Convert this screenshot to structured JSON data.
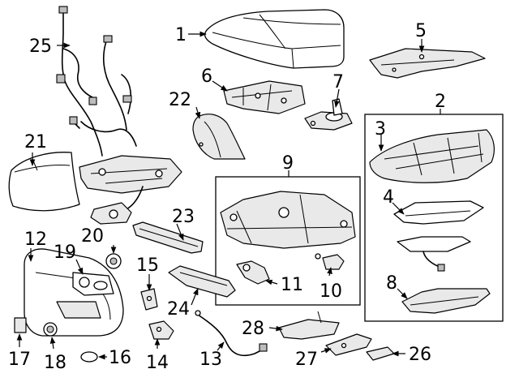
{
  "diagram": {
    "callouts": [
      {
        "id": "c1",
        "label": "1"
      },
      {
        "id": "c2",
        "label": "2"
      },
      {
        "id": "c3",
        "label": "3"
      },
      {
        "id": "c4",
        "label": "4"
      },
      {
        "id": "c5",
        "label": "5"
      },
      {
        "id": "c6",
        "label": "6"
      },
      {
        "id": "c7",
        "label": "7"
      },
      {
        "id": "c8",
        "label": "8"
      },
      {
        "id": "c9",
        "label": "9"
      },
      {
        "id": "c10",
        "label": "10"
      },
      {
        "id": "c11",
        "label": "11"
      },
      {
        "id": "c12",
        "label": "12"
      },
      {
        "id": "c13",
        "label": "13"
      },
      {
        "id": "c14",
        "label": "14"
      },
      {
        "id": "c15",
        "label": "15"
      },
      {
        "id": "c16",
        "label": "16"
      },
      {
        "id": "c17",
        "label": "17"
      },
      {
        "id": "c18",
        "label": "18"
      },
      {
        "id": "c19",
        "label": "19"
      },
      {
        "id": "c20",
        "label": "20"
      },
      {
        "id": "c21",
        "label": "21"
      },
      {
        "id": "c22",
        "label": "22"
      },
      {
        "id": "c23",
        "label": "23"
      },
      {
        "id": "c24",
        "label": "24"
      },
      {
        "id": "c25",
        "label": "25"
      },
      {
        "id": "c26",
        "label": "26"
      },
      {
        "id": "c27",
        "label": "27"
      },
      {
        "id": "c28",
        "label": "28"
      }
    ]
  }
}
